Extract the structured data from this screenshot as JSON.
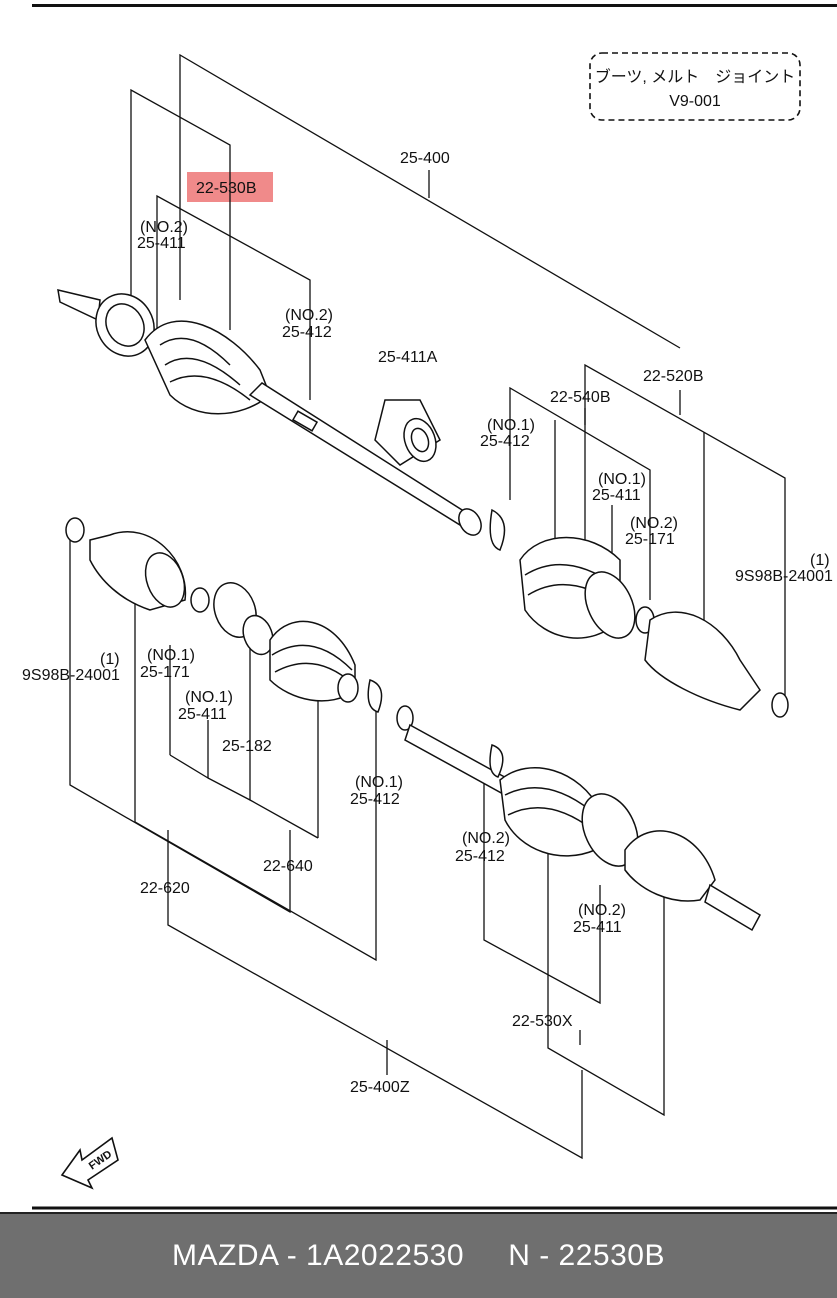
{
  "title_box": {
    "line1": "ブーツ, メルト　ジョイント",
    "line2": "V9-001"
  },
  "highlight_color": "#f08a8a",
  "labels": {
    "l_25400": "25-400",
    "l_22530b": "22-530B",
    "l_no2_a": "(NO.2)",
    "l_25411_a": "25-411",
    "l_no2_b": "(NO.2)",
    "l_25412_b": "25-412",
    "l_25411a": "25-411A",
    "l_22520b": "22-520B",
    "l_22540b": "22-540B",
    "l_no1_c": "(NO.1)",
    "l_25412_c": "25-412",
    "l_no1_d": "(NO.1)",
    "l_25411_d": "25-411",
    "l_no2_e": "(NO.2)",
    "l_25171_e": "25-171",
    "l_one_r": "(1)",
    "l_9s98b_r": "9S98B-24001",
    "l_one_l": "(1)",
    "l_9s98b_l": "9S98B-24001",
    "l_no1_f": "(NO.1)",
    "l_25171_f": "25-171",
    "l_no1_g": "(NO.1)",
    "l_25411_g": "25-411",
    "l_25182": "25-182",
    "l_no1_h": "(NO.1)",
    "l_25412_h": "25-412",
    "l_22640": "22-640",
    "l_22620": "22-620",
    "l_no2_i": "(NO.2)",
    "l_25412_i": "25-412",
    "l_no2_j": "(NO.2)",
    "l_25411_j": "25-411",
    "l_22530x": "22-530X",
    "l_25400z": "25-400Z",
    "fwd": "FWD"
  },
  "footer": {
    "text": "MAZDA - 1A2022530     N - 22530B"
  }
}
